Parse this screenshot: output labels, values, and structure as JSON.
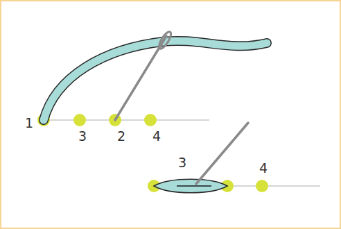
{
  "diagram": {
    "labels": [
      "1",
      "3",
      "2",
      "4",
      "3",
      "4"
    ]
  }
}
